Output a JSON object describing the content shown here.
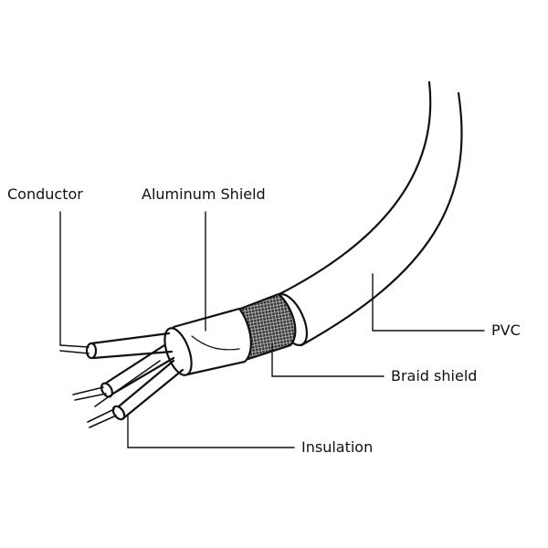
{
  "labels": {
    "conductor": "Conductor",
    "aluminum_shield": "Aluminum Shield",
    "pvc": "PVC",
    "braid_shield": "Braid shield",
    "insulation": "Insulation"
  },
  "colors": {
    "line": "#111111",
    "background": "#ffffff",
    "braid": "#444444"
  }
}
